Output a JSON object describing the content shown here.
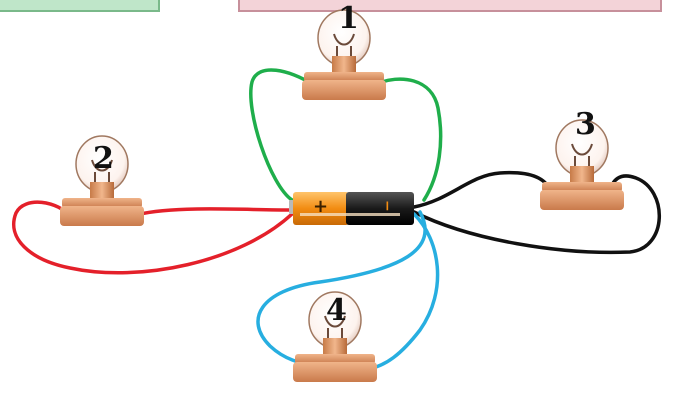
{
  "bulbs": [
    {
      "id": "bulb-1",
      "label": "1"
    },
    {
      "id": "bulb-2",
      "label": "2"
    },
    {
      "id": "bulb-3",
      "label": "3"
    },
    {
      "id": "bulb-4",
      "label": "4"
    }
  ],
  "battery": {
    "plus": "+",
    "minus": "−"
  },
  "colors": {
    "wire_green": "#1fae4b",
    "wire_red": "#e4202a",
    "wire_black": "#111111",
    "wire_blue": "#27aee0",
    "bulb_base": "#e29a6b",
    "battery_orange": "#f2941c",
    "battery_black": "#1a1a1a"
  }
}
